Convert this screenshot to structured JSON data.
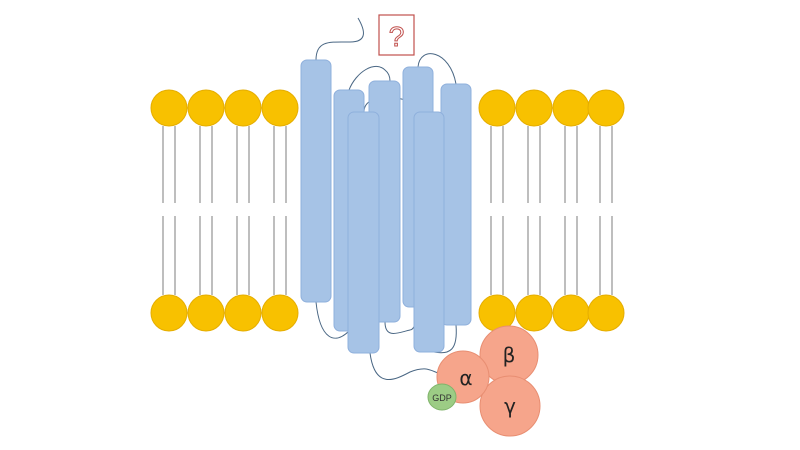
{
  "diagram": {
    "unknown_ligand_label": "?",
    "g_protein": {
      "alpha_label": "α",
      "beta_label": "β",
      "gamma_label": "γ",
      "gdp_label": "GDP"
    },
    "colors": {
      "lipid_head": "#f8c100",
      "helix": "#a6c3e6",
      "subunit": "#f6a58b",
      "gdp": "#9ccc85",
      "question_box": "#c0504d"
    }
  }
}
